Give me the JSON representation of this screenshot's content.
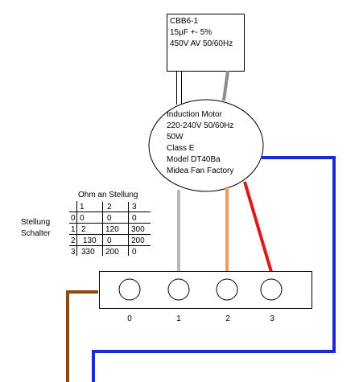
{
  "capacitor": {
    "lines": [
      "CBB6-1",
      "15µF +- 5%",
      "450V AV 50/60Hz"
    ]
  },
  "motor": {
    "lines": [
      "Induction Motor",
      "220-240V 50/60Hz",
      "50W",
      "Class E",
      "Model DT40Ba",
      "Midea Fan Factory"
    ]
  },
  "table": {
    "header": "Ohm an  Stellung",
    "side_labels": [
      "Stellung",
      "Schalter"
    ],
    "col_headers": [
      "1",
      "2",
      "3"
    ],
    "rows": [
      {
        "pos": "0",
        "values": [
          "0",
          "0",
          "0"
        ]
      },
      {
        "pos": "1",
        "values": [
          "2",
          "120",
          "300"
        ]
      },
      {
        "pos": "2",
        "values": [
          "130",
          "0",
          "200"
        ]
      },
      {
        "pos": "3",
        "values": [
          "330",
          "200",
          "0"
        ]
      }
    ]
  },
  "switch": {
    "terminals": [
      "0",
      "1",
      "2",
      "3"
    ]
  },
  "colors": {
    "gray_wire": "#b9b9b9",
    "dark_gray_wire": "#8c8c8c",
    "orange_wire": "#f59a5a",
    "red_wire": "#dd1a1a",
    "blue_wire": "#1a2ad8",
    "brown_wire": "#8b4a10"
  }
}
